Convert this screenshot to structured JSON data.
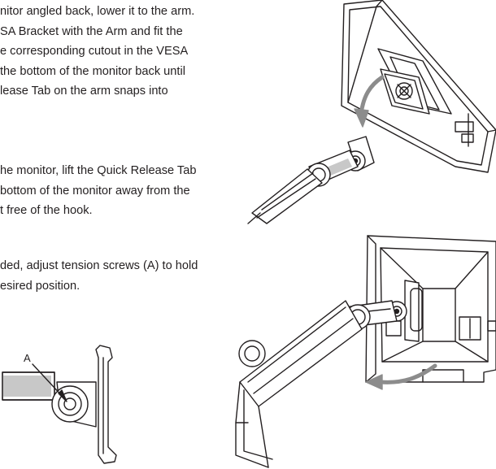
{
  "paragraphs": [
    {
      "lines": [
        "nitor angled back, lower it to the arm.",
        "SA Bracket with the Arm and fit the",
        "e corresponding cutout in the VESA",
        "the bottom of the monitor back until",
        "lease Tab on the arm snaps into"
      ]
    },
    {
      "lines": [
        "he monitor, lift the Quick Release Tab",
        " bottom of the monitor away from the",
        "t free of the hook."
      ]
    },
    {
      "lines": [
        "ded, adjust tension screws (A) to hold",
        "esired position."
      ]
    }
  ],
  "figures": {
    "detail_label": "A"
  },
  "colors": {
    "ink": "#231f20",
    "arrow": "#8c8c8c",
    "shade": "#c8c8c8",
    "paper": "#ffffff"
  },
  "icons": {
    "figure_attach": "monitor-attach-illustration",
    "figure_detach": "monitor-detach-illustration",
    "figure_detail": "tension-screw-detail-illustration"
  }
}
